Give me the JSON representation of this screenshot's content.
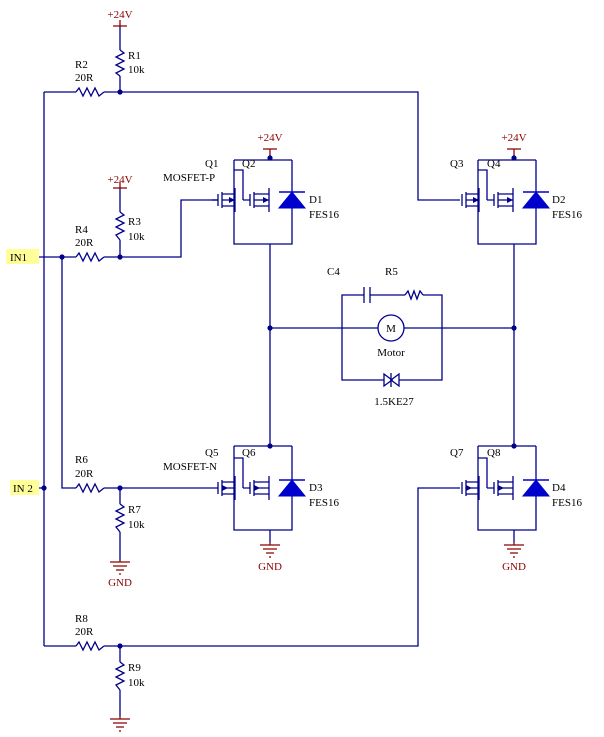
{
  "supply": {
    "vcc": "+24V",
    "gnd": "GND"
  },
  "ports": {
    "in1": "IN1",
    "in2": "IN 2"
  },
  "resistors": {
    "r1": {
      "ref": "R1",
      "value": "10k"
    },
    "r2": {
      "ref": "R2",
      "value": "20R"
    },
    "r3": {
      "ref": "R3",
      "value": "10k"
    },
    "r4": {
      "ref": "R4",
      "value": "20R"
    },
    "r5": {
      "ref": "R5",
      "value": ""
    },
    "r6": {
      "ref": "R6",
      "value": "20R"
    },
    "r7": {
      "ref": "R7",
      "value": "10k"
    },
    "r8": {
      "ref": "R8",
      "value": "20R"
    },
    "r9": {
      "ref": "R9",
      "value": "10k"
    }
  },
  "transistors": {
    "q1": {
      "ref": "Q1",
      "type": "MOSFET-P"
    },
    "q2": {
      "ref": "Q2"
    },
    "q3": {
      "ref": "Q3"
    },
    "q4": {
      "ref": "Q4"
    },
    "q5": {
      "ref": "Q5",
      "type": "MOSFET-N"
    },
    "q6": {
      "ref": "Q6"
    },
    "q7": {
      "ref": "Q7"
    },
    "q8": {
      "ref": "Q8"
    }
  },
  "diodes": {
    "d1": {
      "ref": "D1",
      "value": "FES16"
    },
    "d2": {
      "ref": "D2",
      "value": "FES16"
    },
    "d3": {
      "ref": "D3",
      "value": "FES16"
    },
    "d4": {
      "ref": "D4",
      "value": "FES16"
    }
  },
  "capacitor": {
    "ref": "C4"
  },
  "motor": {
    "letter": "M",
    "label": "Motor"
  },
  "tvs": {
    "label": "1.5KE27"
  },
  "colors": {
    "wire": "#00008b",
    "power": "#8b0000",
    "diode": "#0000cc",
    "port_fill": "#ffff99"
  }
}
